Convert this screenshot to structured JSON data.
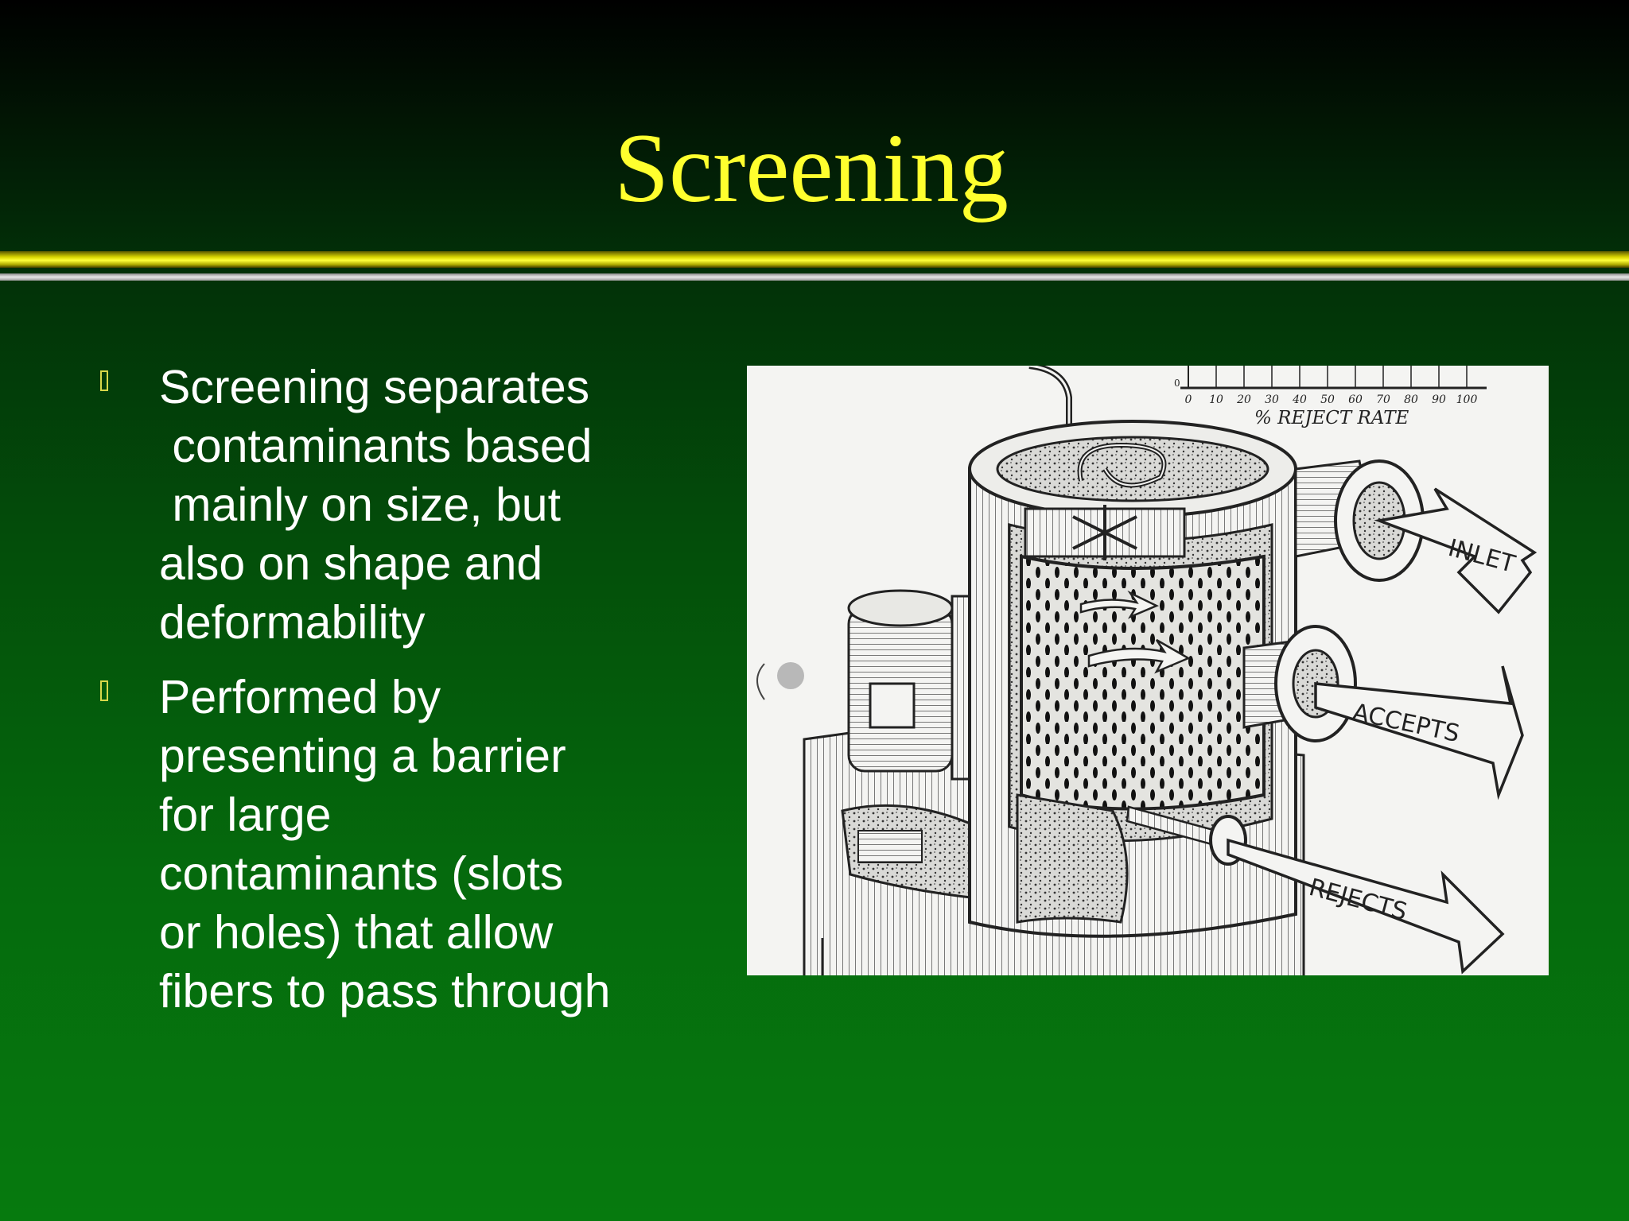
{
  "slide": {
    "title": "Screening",
    "bullets": [
      {
        "text": "Screening separates\n contaminants based\n mainly on size, but\nalso on shape and\ndeformability"
      },
      {
        "text": "Performed by\npresenting a barrier\nfor large\ncontaminants (slots\nor holes) that allow\nfibers to pass through"
      }
    ]
  },
  "figure": {
    "axis_ticks": [
      "0",
      "10",
      "20",
      "30",
      "40",
      "50",
      "60",
      "70",
      "80",
      "90",
      "100"
    ],
    "axis_label": "% REJECT RATE",
    "labels": {
      "inlet": "INLET",
      "accepts": "ACCEPTS",
      "rejects": "REJECTS"
    }
  },
  "colors": {
    "title": "#ffff2e",
    "body_text": "#ffffff",
    "accent_rule": "#ffff3a",
    "background_top": "#000000",
    "background_bottom": "#067a0e"
  }
}
